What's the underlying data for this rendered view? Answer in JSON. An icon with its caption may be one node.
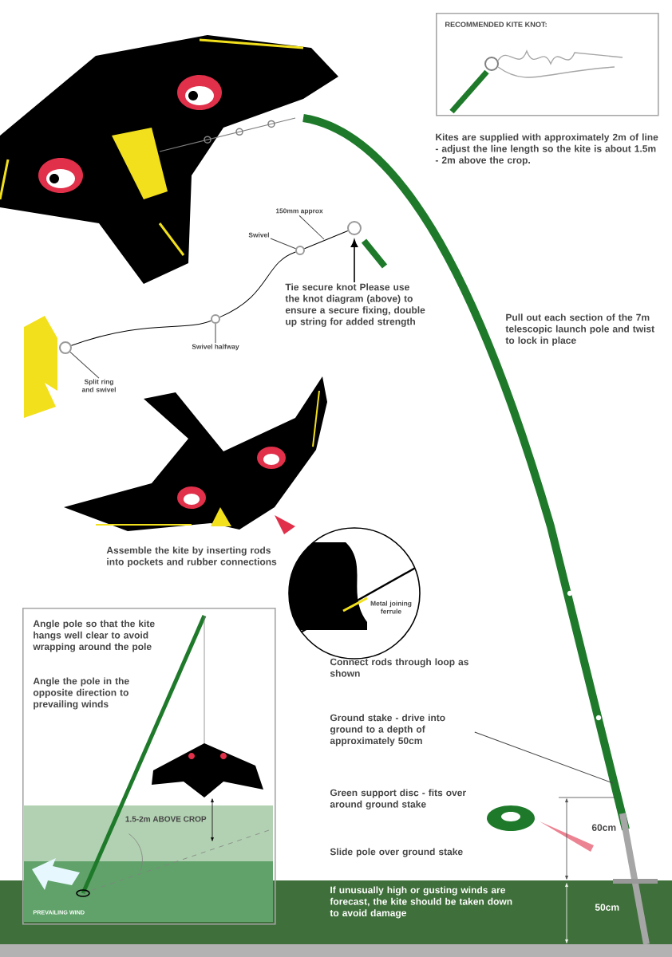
{
  "diagram": {
    "nodes": [
      {
        "text": [
          "RECOMMENDED KITE KNOT:"
        ]
      },
      {
        "text": [
          "150mm approx"
        ]
      },
      {
        "text": [
          "Swivel"
        ]
      },
      {
        "text": [
          "Split ring and swivel"
        ]
      },
      {
        "text": [
          "Swivel halfway"
        ]
      },
      {
        "text": [
          "Tie secure knot Please use the knot diagram (above) to ensure a secure fixing, double up string for added strength"
        ]
      },
      {
        "text": [
          "**Ground stake** - drive into ground to a depth of approximately 50cm"
        ]
      },
      {
        "text": [
          "Angle pole so that the kite hangs well clear to avoid wrapping around the pole",
          "Angle the pole in the opposite direction to prevailing winds",
          "1.5-2m ABOVE CROP",
          "PREVAILING WIND"
        ]
      },
      {
        "text": [],
        "shape": "circle"
      },
      {
        "text": [],
        "shape": "circle"
      },
      {
        "text": [],
        "shape": "circle"
      },
      {
        "text": [],
        "shape": "circle"
      }
    ],
    "edges": [
      {
        "from": 1,
        "to": null,
        "arrow": "none"
      },
      {
        "from": 2,
        "to": 10,
        "arrow": "none"
      },
      {
        "from": 3,
        "to": 8,
        "arrow": "none"
      },
      {
        "from": 4,
        "to": 9,
        "arrow": "none"
      },
      {
        "from": 5,
        "to": 11,
        "arrow": "to"
      },
      {
        "from": 6,
        "to": null,
        "arrow": "none"
      },
      {
        "from": 8,
        "to": 9,
        "arrow": "none"
      },
      {
        "from": 9,
        "to": 10,
        "arrow": "none"
      },
      {
        "from": 10,
        "to": 11,
        "arrow": "none"
      }
    ],
    "labels": [
      "Kites are supplied with approximately 2m of line - adjust the line length so the kite is about 1.5m - 2m above the crop.",
      "Pull out each section of the 7m telescopic launch pole and twist to lock in place",
      "Assemble the kite by inserting rods into pockets and rubber connections",
      "Metal joining ferrule",
      "Connect rods through loop as shown",
      "**Green support disc** - fits over around ground stake",
      "Slide pole over ground stake",
      "60cm",
      "50cm",
      "If unusually high or gusting winds are forecast, the kite should be taken down to avoid damage"
    ]
  }
}
